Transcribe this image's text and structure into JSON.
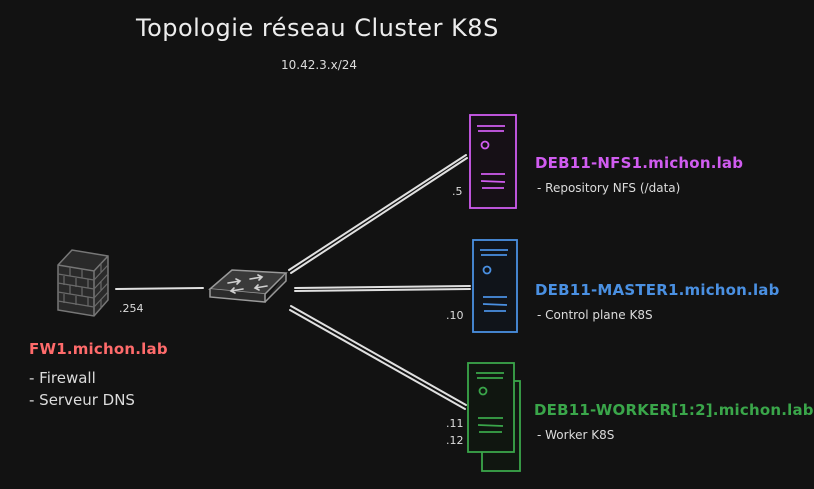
{
  "title": "Topologie réseau Cluster K8S",
  "subnet": "10.42.3.x/24",
  "colors": {
    "background": "#121212",
    "firewall": "#ff6b6b",
    "nfs": "#d05cf0",
    "master": "#4a90e2",
    "worker": "#3aa64a",
    "links": "#e0e0e0"
  },
  "firewall": {
    "hostname": "FW1.michon.lab",
    "ip": ".254",
    "roles": [
      "- Firewall",
      "- Serveur DNS"
    ],
    "icon": "brick-wall-firewall-icon"
  },
  "switch": {
    "icon": "network-switch-icon"
  },
  "nfs": {
    "hostname": "DEB11-NFS1.michon.lab",
    "ip": ".5",
    "role": "- Repository NFS (/data)",
    "icon": "server-tower-icon"
  },
  "master": {
    "hostname": "DEB11-MASTER1.michon.lab",
    "ip": ".10",
    "role": "- Control plane K8S",
    "icon": "server-tower-icon"
  },
  "worker": {
    "hostname": "DEB11-WORKER[1:2].michon.lab",
    "ip1": ".11",
    "ip2": ".12",
    "role": "- Worker K8S",
    "icon": "stacked-server-towers-icon"
  }
}
